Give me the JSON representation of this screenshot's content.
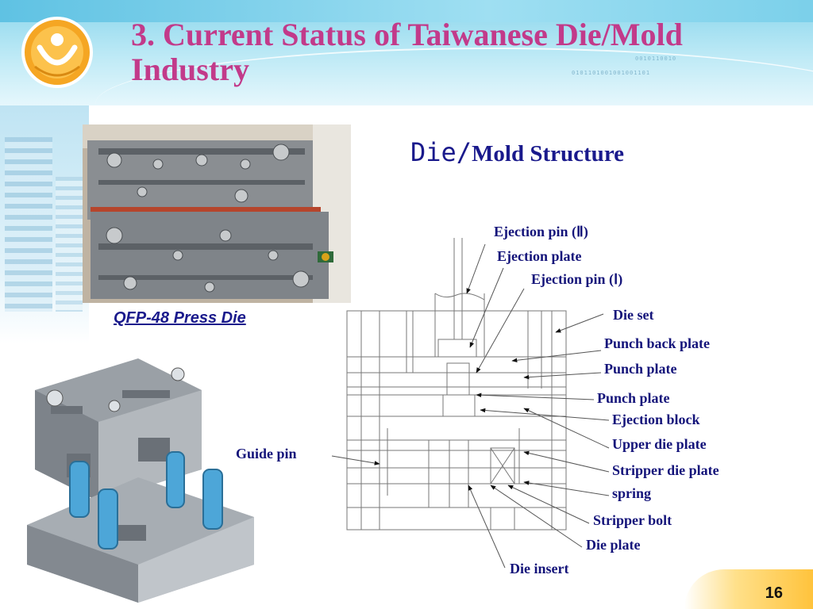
{
  "slide": {
    "title": "3. Current Status of Taiwanese Die/Mold Industry",
    "subtitle_part1": "Die/",
    "subtitle_part2": "Mold Structure",
    "photo_caption": "QFP-48 Press Die",
    "page_number": "16"
  },
  "labels": {
    "ejection_pin_2": "Ejection pin (Ⅱ)",
    "ejection_plate": "Ejection plate",
    "ejection_pin_1": "Ejection pin (Ⅰ)",
    "die_set": "Die set",
    "punch_back_plate": "Punch back plate",
    "punch_plate_a": "Punch plate",
    "punch_plate_b": "Punch plate",
    "ejection_block": "Ejection block",
    "upper_die_plate": "Upper die plate",
    "stripper_die_plate": "Stripper die plate",
    "spring": "spring",
    "stripper_bolt": "Stripper bolt",
    "die_plate": "Die plate",
    "die_insert": "Die insert",
    "guide_pin": "Guide pin"
  },
  "colors": {
    "title": "#c23a8a",
    "label_text": "#14147a",
    "subtitle_text": "#1a1a8c",
    "header_bg": "#9fdff2",
    "page_badge": "#ffc33c"
  },
  "icons": {
    "logo": "institute-logo-icon"
  }
}
